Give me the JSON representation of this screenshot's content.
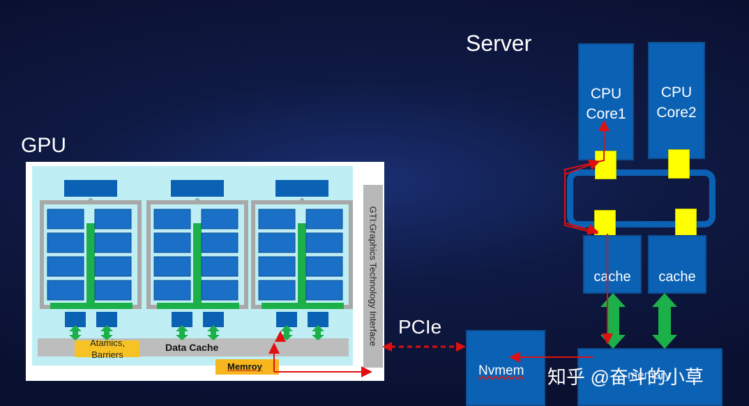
{
  "server": {
    "title": "Server",
    "cores": [
      "CPU\nCore1",
      "CPU\nCore2"
    ],
    "caches": [
      "cache",
      "cache"
    ],
    "nvmem_label": "Nvmem",
    "memory_label_partial": "memory"
  },
  "gpu": {
    "title": "GPU",
    "interface_label": "GTI:Graphics Technology Interface",
    "data_cache_label": "Data Cache",
    "atomics_label": "Atamics, Barriers",
    "memory_label": "Memroy"
  },
  "link": {
    "label": "PCIe"
  },
  "watermark": "知乎 @奋斗的小草",
  "colors": {
    "background": "#0f1a44",
    "block_blue": "#0b61b3",
    "cache_yellow": "#ffff00",
    "arrow_red": "#e01010",
    "arrow_green": "#1bb04a",
    "gpu_panel": "#bfeff4",
    "memory_orange": "#f7c324"
  }
}
